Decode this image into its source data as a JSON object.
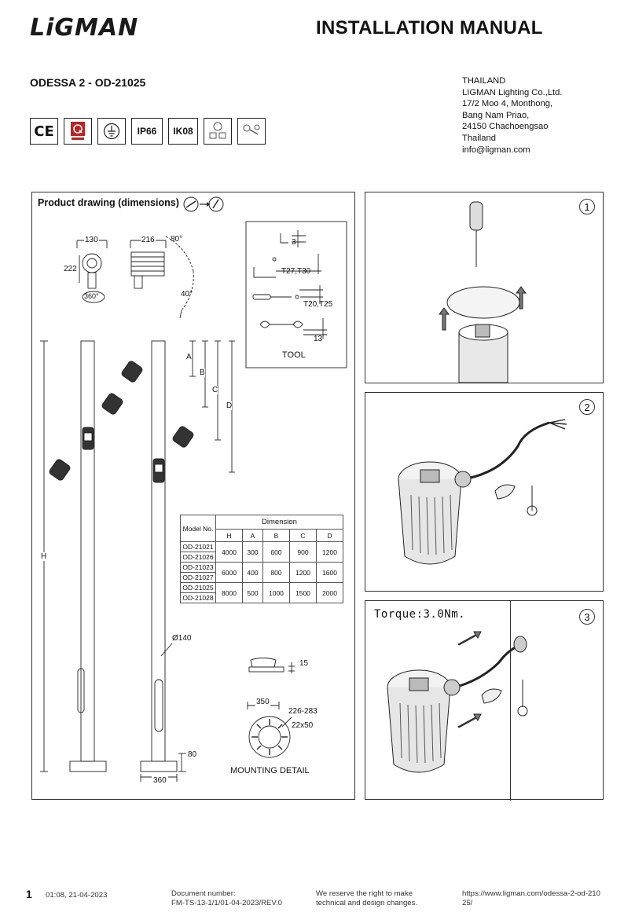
{
  "header": {
    "brand": "LiGMAN",
    "title": "INSTALLATION MANUAL",
    "product": "ODESSA 2 - OD-21025"
  },
  "address": [
    "THAILAND",
    "LIGMAN Lighting Co.,Ltd.",
    "17/2 Moo 4, Monthong,",
    "Bang Nam Priao,",
    "24150 Chachoengsao",
    "Thailand",
    "info@ligman.com"
  ],
  "badges": {
    "ce": "CE",
    "ip": "IP66",
    "ik": "IK08"
  },
  "drawing": {
    "title": "Product drawing (dimensions)",
    "dims": {
      "w130": "130",
      "w216": "216",
      "a80": "80°",
      "h222": "222",
      "r360": "360°",
      "a40": "40°",
      "A": "A",
      "B": "B",
      "C": "C",
      "D": "D",
      "H": "H",
      "dia": "Ø140",
      "base80": "80",
      "base360": "360",
      "d15": "15",
      "d350": "350",
      "d226": "226-283",
      "d22": "22x50"
    },
    "tool": {
      "t3": "3",
      "t27": "T27,T30",
      "t20": "T20,T25",
      "t13": "13",
      "label": "TOOL"
    },
    "mounting_label": "MOUNTING DETAIL"
  },
  "table": {
    "model_header": "Model No.",
    "dimension_header": "Dimension",
    "columns": [
      "H",
      "A",
      "B",
      "C",
      "D"
    ],
    "groups": [
      {
        "models": [
          "OD-21021",
          "OD-21026"
        ],
        "values": [
          "4000",
          "300",
          "600",
          "900",
          "1200"
        ]
      },
      {
        "models": [
          "OD-21023",
          "OD-21027"
        ],
        "values": [
          "6000",
          "400",
          "800",
          "1200",
          "1600"
        ]
      },
      {
        "models": [
          "OD-21025",
          "OD-21028"
        ],
        "values": [
          "8000",
          "500",
          "1000",
          "1500",
          "2000"
        ]
      }
    ]
  },
  "steps": {
    "s1": "1",
    "s2": "2",
    "s3": "3",
    "torque": "Torque:3.0Nm."
  },
  "footer": {
    "page": "1",
    "date": "01:08, 21-04-2023",
    "docnum_label": "Document number:",
    "docnum": "FM-TS-13-1/1/01-04-2023/REV.0",
    "reserve1": "We reserve the right to make",
    "reserve2": "technical and design changes.",
    "url1": "https://www.ligman.com/odessa-2-od-210",
    "url2": "25/"
  },
  "colors": {
    "ink": "#111111",
    "rule": "#333333"
  }
}
